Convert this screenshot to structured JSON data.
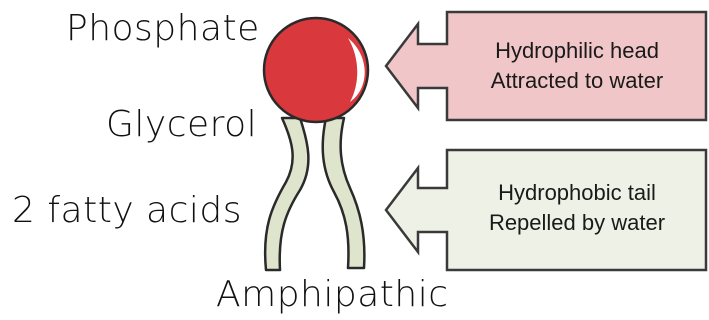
{
  "labels": {
    "phosphate": "Phosphate",
    "glycerol": "Glycerol",
    "fatty_acids": "2 fatty acids",
    "bottom": "Amphipathic"
  },
  "head_box": {
    "line1": "Hydrophilic head",
    "line2": "Attracted to water",
    "fill": "#f0c6c8",
    "stroke": "#3a3a3a"
  },
  "tail_box": {
    "line1": "Hydrophobic tail",
    "line2": "Repelled by water",
    "fill": "#eef1e5",
    "stroke": "#3a3a3a"
  },
  "colors": {
    "head_fill": "#d9383d",
    "head_stroke": "#2a2a2a",
    "tail_fill": "#dfe5cc",
    "tail_stroke": "#2a2a2a",
    "highlight": "#ffffff"
  }
}
